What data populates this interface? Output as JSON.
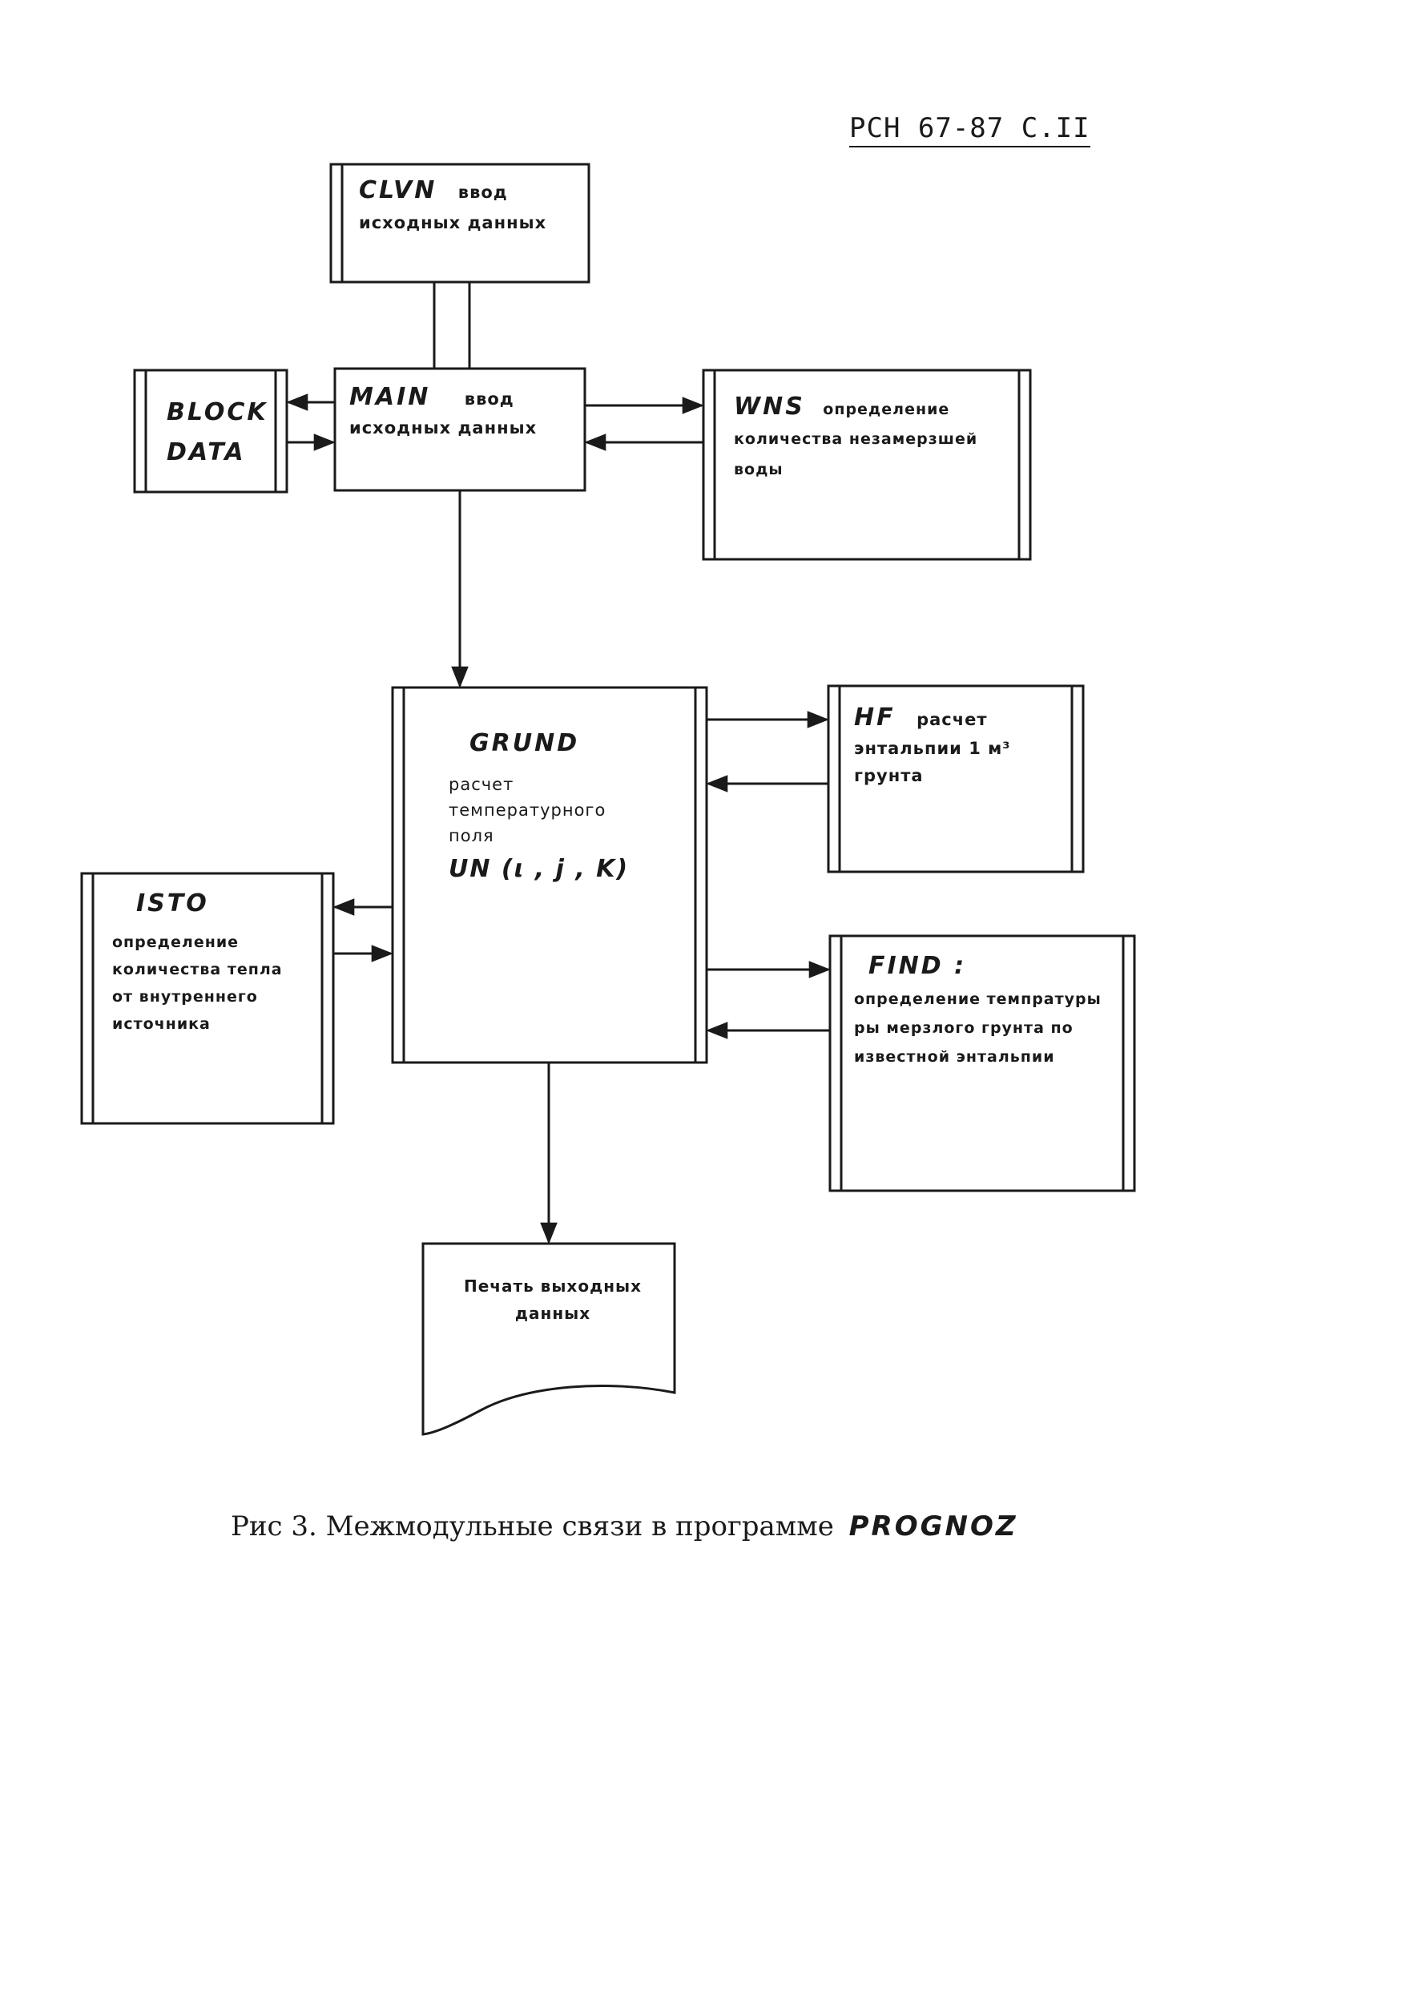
{
  "header": {
    "doc_ref": "РСН 67-87 С.II"
  },
  "modules": {
    "clvn": {
      "code": "CLVN",
      "word": "ввод",
      "lines": [
        "исходных данных"
      ]
    },
    "main": {
      "code": "MAIN",
      "word": "ввод",
      "lines": [
        "исходных данных"
      ]
    },
    "block_data": {
      "lines": [
        "BLOCK",
        "DATA"
      ]
    },
    "wns": {
      "code": "WNS",
      "word": "определение",
      "lines": [
        "количества незамерзшей",
        "воды"
      ]
    },
    "grund": {
      "code": "GRUND",
      "lines": [
        "расчет",
        "температурного",
        "поля"
      ],
      "formula": "UN (ι , j , K)"
    },
    "hf": {
      "code": "HF",
      "word": "расчет",
      "lines": [
        "энтальпии 1 м³",
        "грунта"
      ]
    },
    "isto": {
      "code": "ISTO",
      "lines": [
        "определение",
        "количества тепла",
        "от внутреннего",
        "источника"
      ]
    },
    "find": {
      "code": "FIND :",
      "lines": [
        "определение темпратуры",
        "ры мерзлого грунта по",
        "известной энтальпии"
      ]
    },
    "print": {
      "lines": [
        "Печать выходных",
        "данных"
      ]
    }
  },
  "caption": {
    "text": "Рис  3. Межмодульные связи в программе",
    "program": "PROGNOZ"
  },
  "colors": {
    "ink": "#1a1a1a",
    "paper": "#ffffff"
  }
}
